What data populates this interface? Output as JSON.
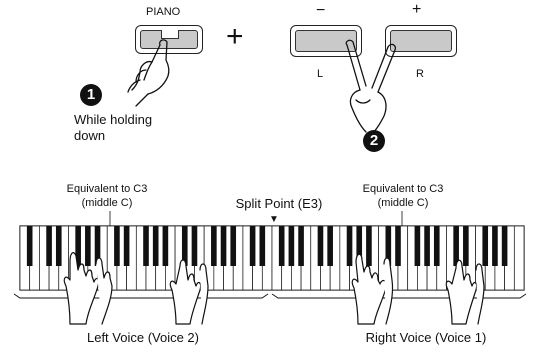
{
  "buttons": {
    "piano_label": "PIANO",
    "minus_label": "−",
    "plus_label": "+",
    "left_label": "L",
    "right_label": "R",
    "combine_symbol": "+"
  },
  "steps": {
    "step1_number": "1",
    "step1_text_line1": "While holding",
    "step1_text_line2": "down",
    "step2_number": "2"
  },
  "keyboard": {
    "left_middle_c_line1": "Equivalent to C3",
    "left_middle_c_line2": "(middle C)",
    "right_middle_c_line1": "Equivalent to C3",
    "right_middle_c_line2": "(middle C)",
    "split_point": "Split Point (E3)",
    "split_marker": "▼",
    "left_voice": "Left Voice (Voice 2)",
    "right_voice": "Right Voice (Voice 1)"
  }
}
